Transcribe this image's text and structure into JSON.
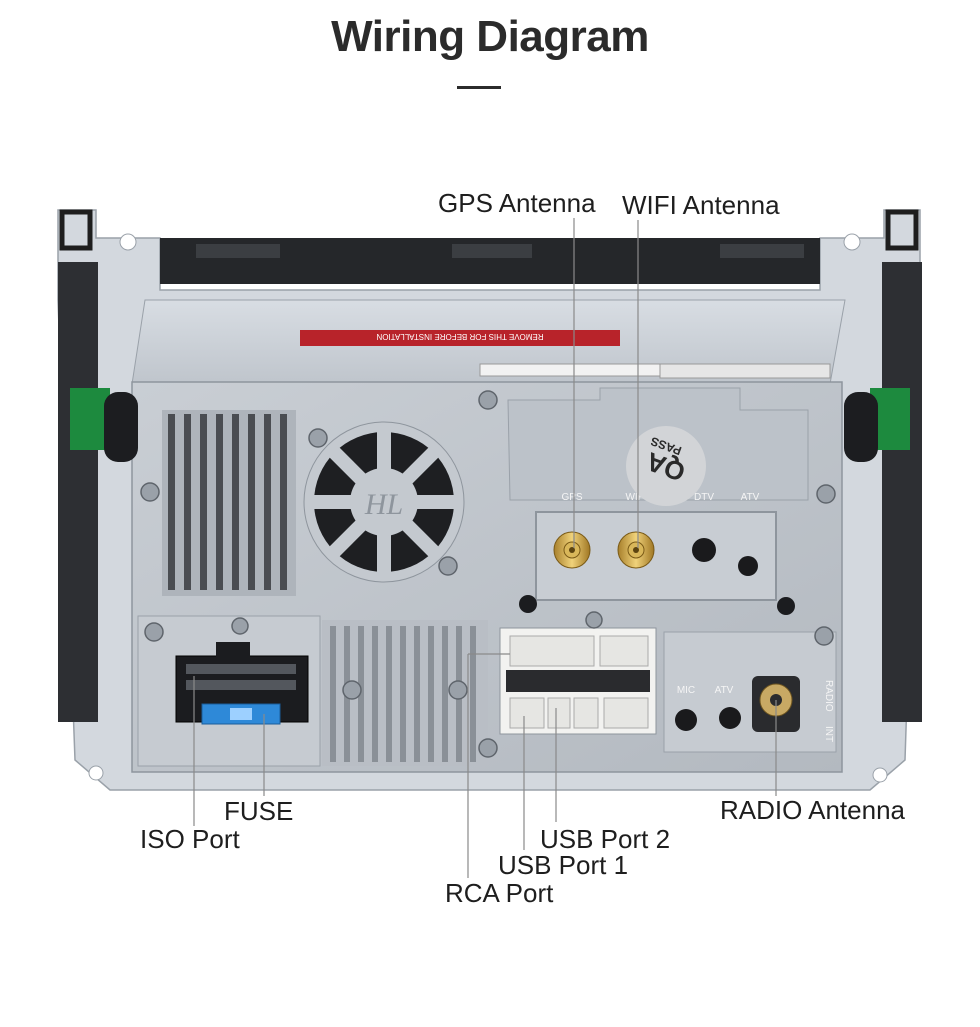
{
  "title": "Wiring Diagram",
  "device": {
    "sticker_text": "REMOVE THIS FOR BEFORE INSTALLATION",
    "fan_logo": "HL",
    "qa_sticker": {
      "top": "QA",
      "bottom": "PASS"
    },
    "port_markings": [
      "GPS",
      "WIFI",
      "DTV",
      "ATV",
      "MIC",
      "ATV",
      "RADIO",
      "INT"
    ]
  },
  "labels": {
    "gps_antenna": "GPS Antenna",
    "wifi_antenna": "WIFI Antenna",
    "fuse": "FUSE",
    "iso_port": "ISO Port",
    "usb_port_2": "USB Port 2",
    "usb_port_1": "USB Port 1",
    "rca_port": "RCA Port",
    "radio_antenna": "RADIO Antenna"
  }
}
